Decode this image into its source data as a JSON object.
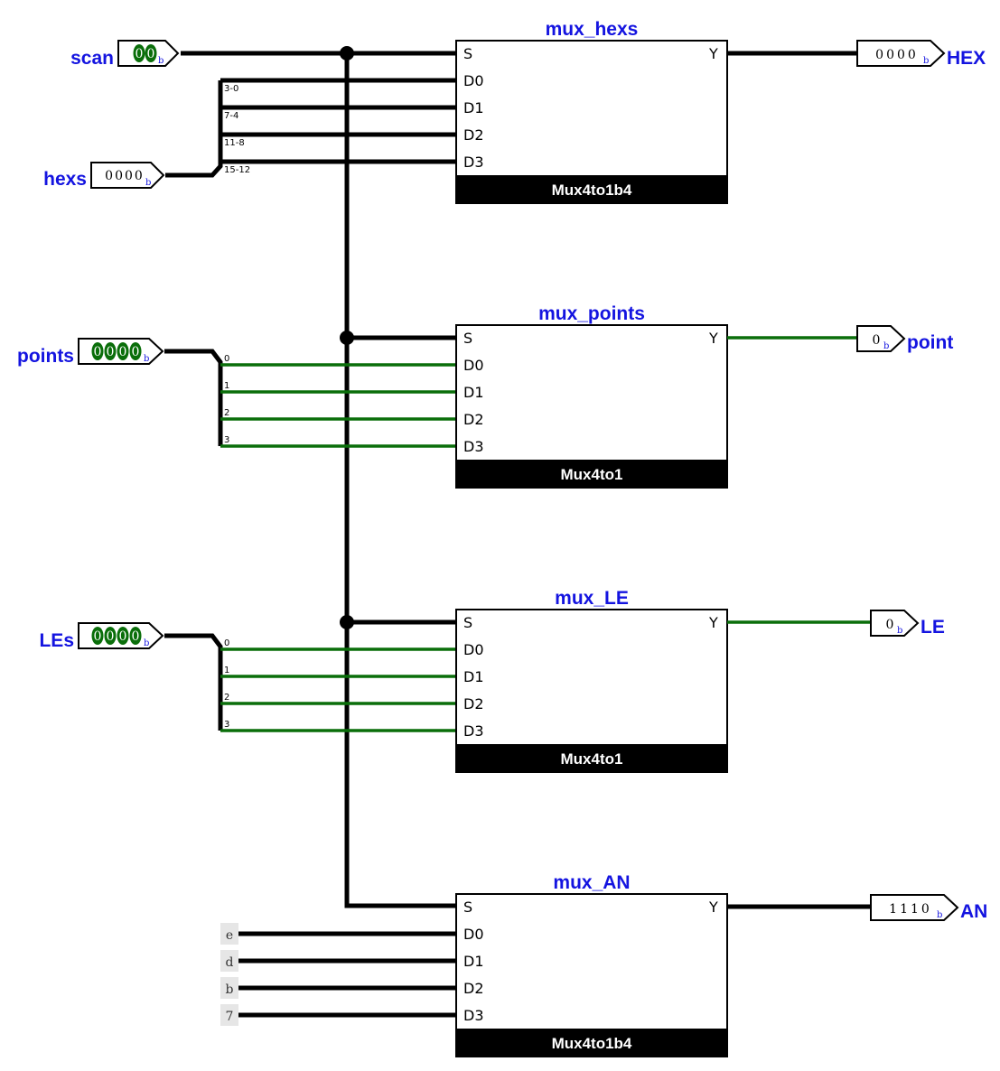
{
  "inputs": {
    "scan": {
      "label": "scan",
      "bits": [
        "0",
        "0"
      ],
      "radix": "b"
    },
    "hexs": {
      "label": "hexs",
      "value": "0000",
      "radix": "b"
    },
    "points": {
      "label": "points",
      "bits": [
        "0",
        "0",
        "0",
        "0"
      ],
      "radix": "b"
    },
    "les": {
      "label": "LEs",
      "bits": [
        "0",
        "0",
        "0",
        "0"
      ],
      "radix": "b"
    }
  },
  "outputs": {
    "hex": {
      "label": "HEX",
      "value": "0000",
      "radix": "b"
    },
    "point": {
      "label": "point",
      "value": "0",
      "radix": "b"
    },
    "le": {
      "label": "LE",
      "value": "0",
      "radix": "b"
    },
    "an": {
      "label": "AN",
      "value": "1110",
      "radix": "b"
    }
  },
  "splitters": {
    "hexs": [
      "3-0",
      "7-4",
      "11-8",
      "15-12"
    ],
    "points": [
      "0",
      "1",
      "2",
      "3"
    ],
    "les": [
      "0",
      "1",
      "2",
      "3"
    ]
  },
  "constants": [
    "e",
    "d",
    "b",
    "7"
  ],
  "pins": {
    "s": "S",
    "y": "Y",
    "d": [
      "D0",
      "D1",
      "D2",
      "D3"
    ]
  },
  "muxes": {
    "hexs": {
      "title": "mux_hexs",
      "type": "Mux4to1b4"
    },
    "points": {
      "title": "mux_points",
      "type": "Mux4to1"
    },
    "le": {
      "title": "mux_LE",
      "type": "Mux4to1"
    },
    "an": {
      "title": "mux_AN",
      "type": "Mux4to1b4"
    }
  },
  "colors": {
    "wire_bus": "#000000",
    "wire_bit": "#0a6e0a",
    "label": "#1414e0",
    "led_on": "#0a6e0a"
  }
}
